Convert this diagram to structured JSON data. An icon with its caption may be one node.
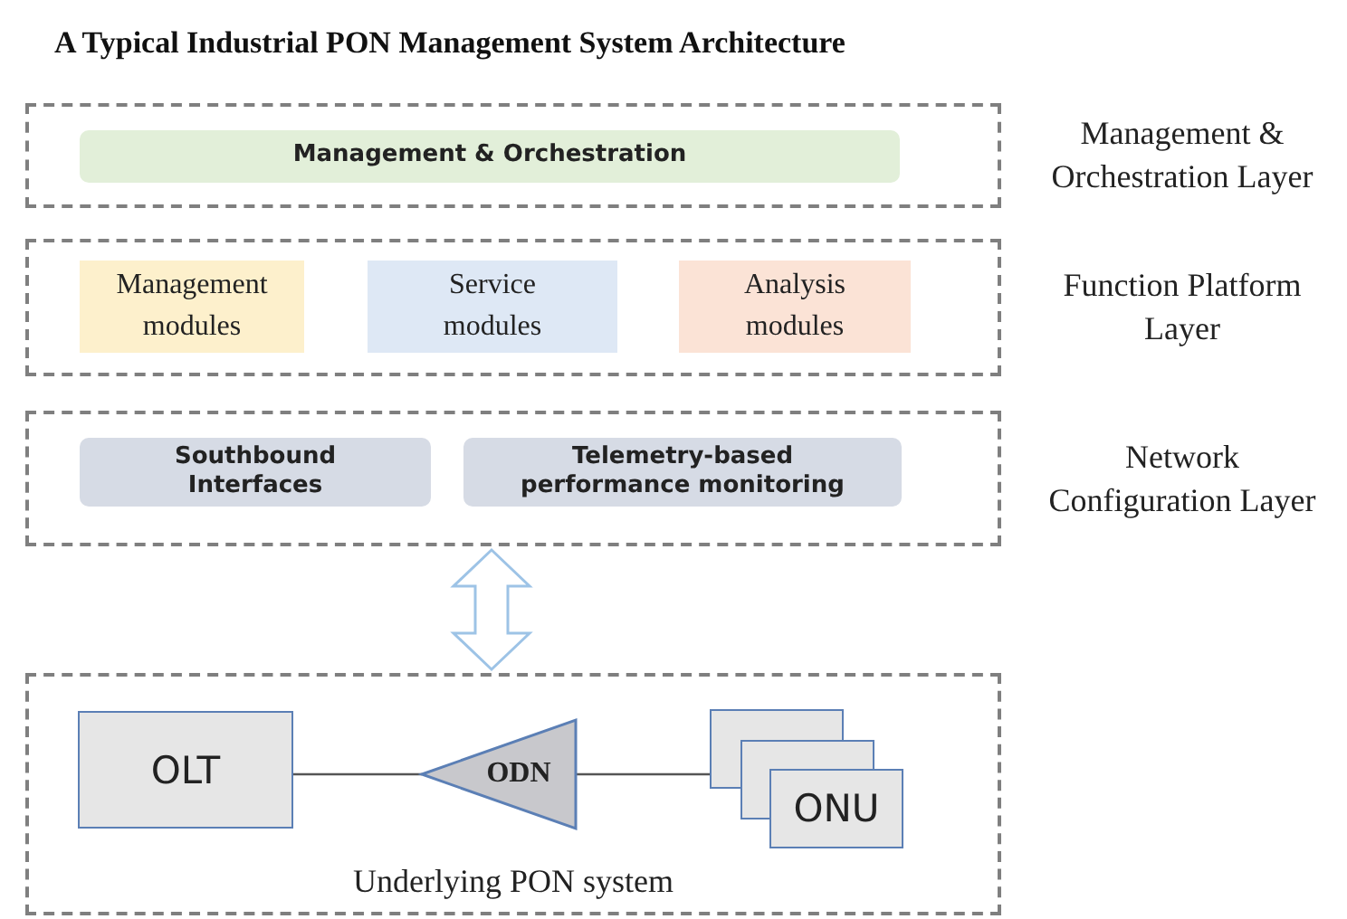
{
  "diagram": {
    "title": "A Typical Industrial PON Management System Architecture",
    "nodes": [
      {
        "text": [
          "Management & Orchestration Layer"
        ]
      },
      {
        "text": [
          "Management & Orchestration"
        ],
        "in": 0
      },
      {
        "text": [
          "Function Platform Layer"
        ]
      },
      {
        "text": [
          "Management modules"
        ],
        "in": 2
      },
      {
        "text": [
          "Service modules"
        ],
        "in": 2
      },
      {
        "text": [
          "Analysis modules"
        ],
        "in": 2
      },
      {
        "text": [
          "Network Configuration Layer"
        ]
      },
      {
        "text": [
          "Southbound Interfaces"
        ],
        "in": 6
      },
      {
        "text": [
          "Telemetry-based performance monitoring"
        ],
        "in": 6
      },
      {
        "text": [
          "Underlying PON system"
        ]
      },
      {
        "text": [
          "OLT"
        ],
        "in": 9
      },
      {
        "text": [
          "ODN"
        ],
        "in": 9
      },
      {
        "text": [
          "ONU"
        ],
        "in": 9
      }
    ],
    "edges": [
      {
        "from": 6,
        "to": 9,
        "arrow": "both"
      },
      {
        "from": 10,
        "to": 11,
        "arrow": "none"
      },
      {
        "from": 11,
        "to": 12,
        "arrow": "none"
      }
    ]
  }
}
